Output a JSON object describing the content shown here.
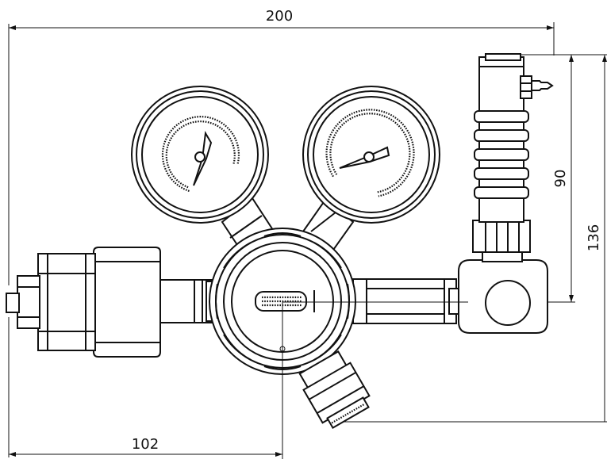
{
  "diagram": {
    "dimensions": {
      "overall_width": "200",
      "center_offset": "102",
      "flowmeter_height": "90",
      "overall_height": "136"
    }
  },
  "colors": {
    "line": "#111111",
    "background": "#ffffff"
  }
}
